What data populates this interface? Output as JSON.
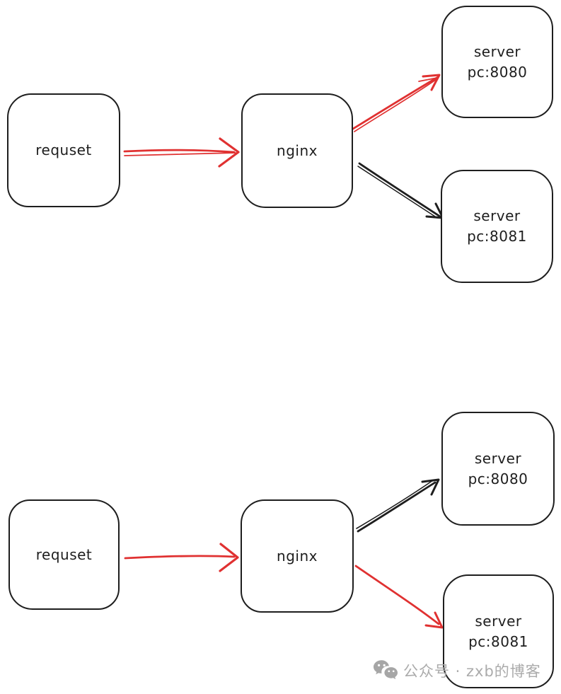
{
  "page": {
    "background": "#ffffff"
  },
  "colors": {
    "node_stroke": "#1e1e1e",
    "arrow_red": "#e03131",
    "arrow_black": "#1e1e1e",
    "watermark_gray": "#ababab"
  },
  "diagram_top": {
    "request": {
      "label": "requset"
    },
    "nginx": {
      "label": "nginx"
    },
    "server_8080": {
      "line1": "server",
      "line2": "pc:8080"
    },
    "server_8081": {
      "line1": "server",
      "line2": "pc:8081"
    },
    "edges": [
      {
        "id": "request-to-nginx",
        "color": "#e03131"
      },
      {
        "id": "nginx-to-server-8080",
        "color": "#e03131"
      },
      {
        "id": "nginx-to-server-8081",
        "color": "#1e1e1e"
      }
    ]
  },
  "diagram_bottom": {
    "request": {
      "label": "requset"
    },
    "nginx": {
      "label": "nginx"
    },
    "server_8080": {
      "line1": "server",
      "line2": "pc:8080"
    },
    "server_8081": {
      "line1": "server",
      "line2": "pc:8081"
    },
    "edges": [
      {
        "id": "request-to-nginx",
        "color": "#e03131"
      },
      {
        "id": "nginx-to-server-8080",
        "color": "#1e1e1e"
      },
      {
        "id": "nginx-to-server-8081",
        "color": "#e03131"
      }
    ]
  },
  "watermark": {
    "icon": "wechat-icon",
    "text": "公众号 · zxb的博客"
  }
}
